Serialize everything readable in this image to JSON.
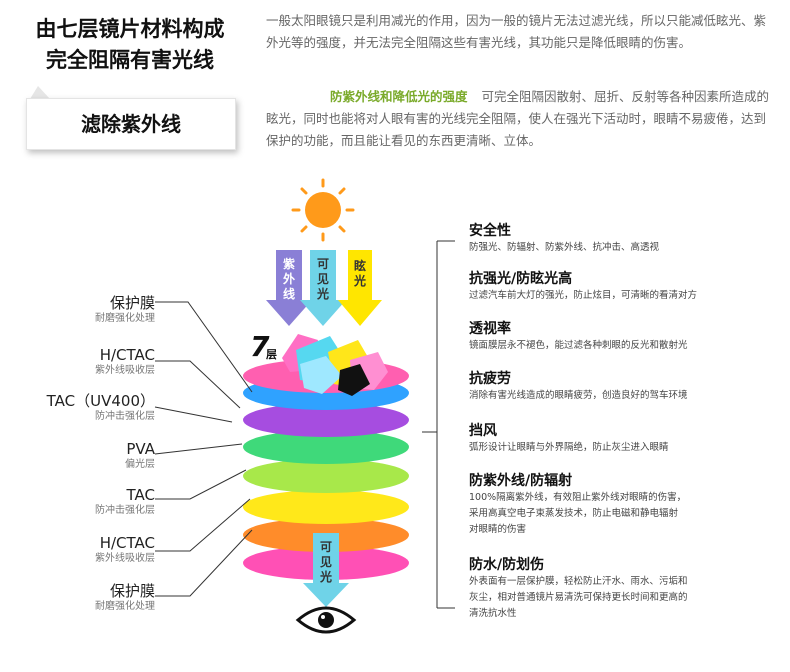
{
  "header": {
    "title_line1": "由七层镜片材料构成",
    "title_line2": "完全阻隔有害光线",
    "bubble": "滤除紫外线"
  },
  "intro": {
    "para1": "一般太阳眼镜只是利用减光的作用，因为一般的镜片无法过滤光线，所以只能减低眩光、紫外光等的强度，并无法完全阻隔这些有害光线，其功能只是降低眼睛的伤害。",
    "highlight": "防紫外线和降低光的强度",
    "para2_first": "可完全阻隔因散射、屈折、",
    "para2_rest": "反射等各种因素所造成的眩光，同时也能将对人眼有害的光线完全阻隔，使人在强光下活动时，眼睛不易疲倦，达到保护的功能，而且能让看见的东西更清晰、立体。"
  },
  "arrows": {
    "uv": "紫外线",
    "visible_top": "可见光",
    "glare": "眩光",
    "visible_bottom": "可见光"
  },
  "layers_badge": {
    "num": "7",
    "unit": "层"
  },
  "layers": [
    {
      "main": "保护膜",
      "sub": "耐磨强化处理"
    },
    {
      "main": "H/CTAC",
      "sub": "紫外线吸收层"
    },
    {
      "main": "TAC（UV400）",
      "sub": "防冲击强化层"
    },
    {
      "main": "PVA",
      "sub": "偏光层"
    },
    {
      "main": "TAC",
      "sub": "防冲击强化层"
    },
    {
      "main": "H/CTAC",
      "sub": "紫外线吸收层"
    },
    {
      "main": "保护膜",
      "sub": "耐磨强化处理"
    }
  ],
  "features": [
    {
      "title": "安全性",
      "desc": [
        "防强光、防辐射、防紫外线、抗冲击、高透视"
      ]
    },
    {
      "title": "抗强光/防眩光高",
      "desc": [
        "过滤汽车前大灯的强光，防止炫目，可清晰的看清对方"
      ]
    },
    {
      "title": "透视率",
      "desc": [
        "镜面膜层永不褪色，能过滤各种刺眼的反光和散射光"
      ]
    },
    {
      "title": "抗疲劳",
      "desc": [
        "消除有害光线造成的眼睛疲劳，创造良好的驾车环境"
      ]
    },
    {
      "title": "挡风",
      "desc": [
        "弧形设计让眼睛与外界隔绝，防止灰尘进入眼睛"
      ]
    },
    {
      "title": "防紫外线/防辐射",
      "desc": [
        "100%隔离紫外线，有效阻止紫外线对眼睛的伤害，",
        "采用高真空电子束蒸发技术，防止电磁和静电辐射",
        "对眼睛的伤害"
      ]
    },
    {
      "title": "防水/防划伤",
      "desc": [
        "外表面有一层保护膜，轻松防止汗水、雨水、污垢和",
        "灰尘，相对普通镜片易清洗可保持更长时间和更高的",
        "清洗抗水性"
      ]
    }
  ],
  "colors": {
    "uv_arrow": "#8a7fd6",
    "visible_arrow": "#6fd3e8",
    "glare_arrow": "#ffe600",
    "sun": "#ff9a1a",
    "layer_colors": [
      "#ff5fb0",
      "#ff8c2a",
      "#ffe81a",
      "#3fd97a",
      "#a64de0",
      "#2fa2ff",
      "#ff50b5"
    ]
  }
}
